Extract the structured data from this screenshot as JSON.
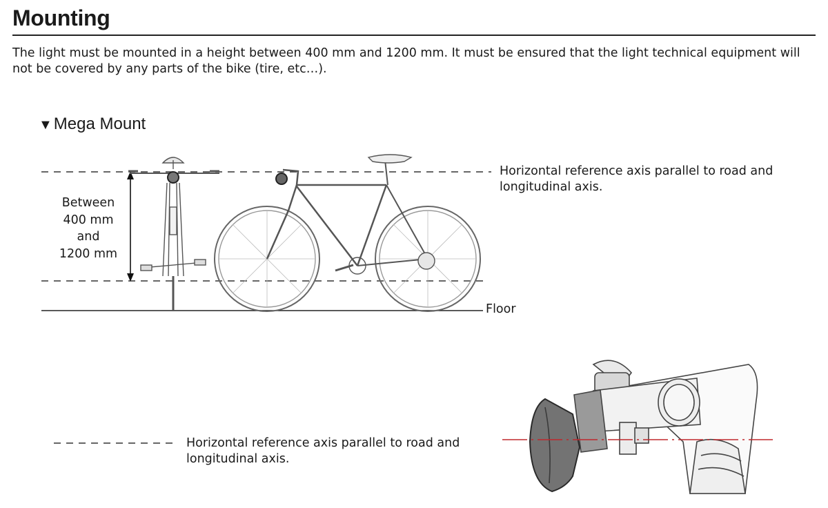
{
  "heading": "Mounting",
  "intro": "The light must be mounted in a height between 400 mm and 1200 mm. It must be ensured that the light technical equipment will not be covered by any parts of the bike (tire, etc…).",
  "section": {
    "marker": "▼",
    "title": "Mega Mount"
  },
  "diagram": {
    "axis_label_line1": "Horizontal reference axis parallel to road and",
    "axis_label_line2": "longitudinal axis.",
    "height_range": [
      "Between",
      "400 mm",
      "and",
      "1200 mm"
    ],
    "floor_label": "Floor"
  },
  "detail": {
    "axis_label_line1": "Horizontal reference axis parallel to road and",
    "axis_label_line2": "longitudinal axis.",
    "axis_color": "#c0282d"
  }
}
